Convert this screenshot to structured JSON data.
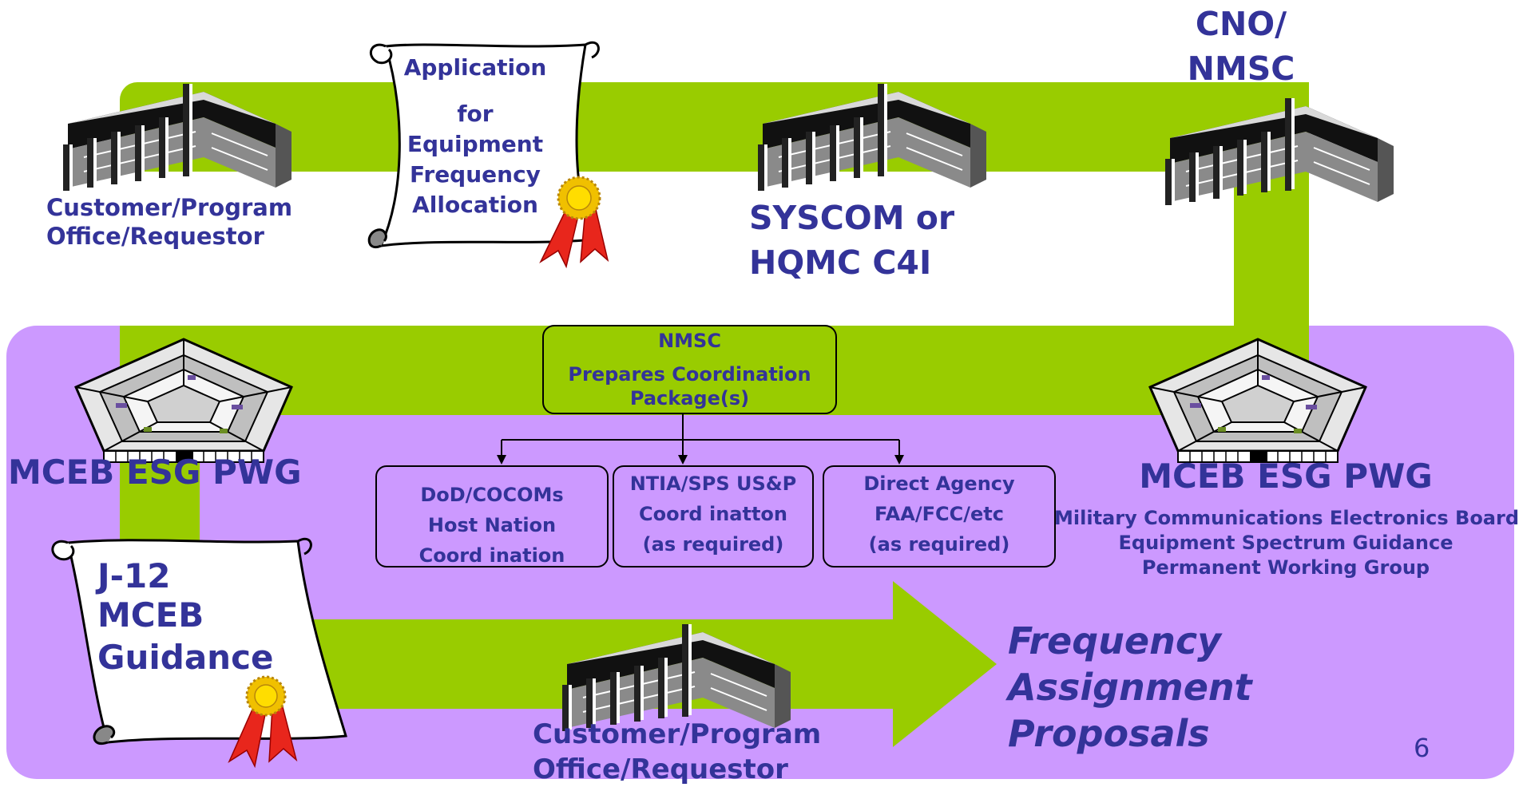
{
  "colors": {
    "flow": "#99cc00",
    "region": "#cc99ff",
    "label": "#333399",
    "seal_red": "#e8261c",
    "seal_gold": "#ffdd00"
  },
  "buildings": {
    "customer_top": {
      "line1": "Customer/Program",
      "line2": "Office/Requestor",
      "icon": "office-building-icon"
    },
    "syscom": {
      "line1": "SYSCOM or",
      "line2": "HQMC C4I",
      "icon": "office-building-icon"
    },
    "cno": {
      "line1": "CNO/",
      "line2": "NMSC",
      "icon": "office-building-icon"
    },
    "customer_bottom": {
      "line1": "Customer/Program",
      "line2": "Office/Requestor",
      "icon": "office-building-icon"
    }
  },
  "scrolls": {
    "application": {
      "lines": [
        "Application",
        "for",
        "Equipment",
        "Frequency",
        "Allocation"
      ],
      "icon": "scroll-icon"
    },
    "j12": {
      "lines": [
        "J-12",
        "MCEB",
        "Guidance"
      ],
      "icon": "scroll-icon"
    }
  },
  "pentagons": {
    "left": {
      "label": "MCEB ESG PWG",
      "icon": "pentagon-building-icon"
    },
    "right": {
      "label": "MCEB ESG PWG",
      "icon": "pentagon-building-icon",
      "expansion": [
        "Military Communications Electronics Board",
        "Equipment Spectrum Guidance",
        "Permanent Working Group"
      ]
    }
  },
  "nmsc_box": {
    "line1": "NMSC",
    "line2": "Prepares Coordination",
    "line3": "Package(s)"
  },
  "coordination": [
    {
      "lines": [
        "DoD/COCOMs",
        "Host Nation",
        "Coord ination"
      ]
    },
    {
      "lines": [
        "NTIA/SPS US&P",
        "Coord inatton",
        "(as required)"
      ]
    },
    {
      "lines": [
        "Direct Agency",
        "FAA/FCC/etc",
        "(as required)"
      ]
    }
  ],
  "result": {
    "lines": [
      "Frequency",
      "Assignment",
      "Proposals"
    ]
  },
  "page_number": "6"
}
